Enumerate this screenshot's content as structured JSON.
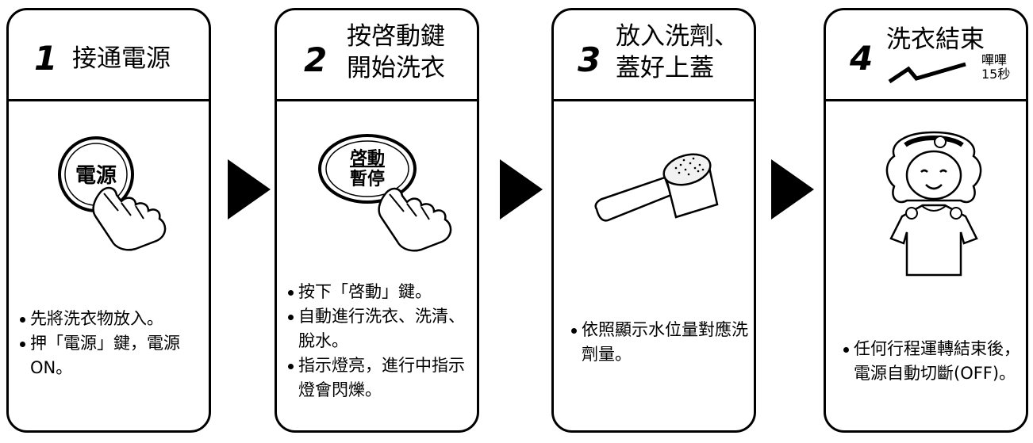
{
  "steps": [
    {
      "number": "1",
      "title": [
        "接通電源"
      ],
      "button_label": [
        "電源"
      ],
      "bullets": [
        "先將洗衣物放入。",
        "押「電源」鍵，電源ON。"
      ]
    },
    {
      "number": "2",
      "title": [
        "按啓動鍵",
        "開始洗衣"
      ],
      "button_label": [
        "啓動",
        "暫停"
      ],
      "bullets": [
        "按下「啓動」鍵。",
        "自動進行洗衣、洗清、脫水。",
        "指示燈亮，進行中指示燈會閃爍。"
      ]
    },
    {
      "number": "3",
      "title": [
        "放入洗劑、",
        "蓋好上蓋"
      ],
      "bullets": [
        "依照顯示水位量對應洗劑量。"
      ]
    },
    {
      "number": "4",
      "title": [
        "洗衣結束"
      ],
      "beep": [
        "嗶嗶",
        "15秒"
      ],
      "bullets": [
        "任何行程運轉結束後，電源自動切斷(OFF)。"
      ]
    }
  ]
}
